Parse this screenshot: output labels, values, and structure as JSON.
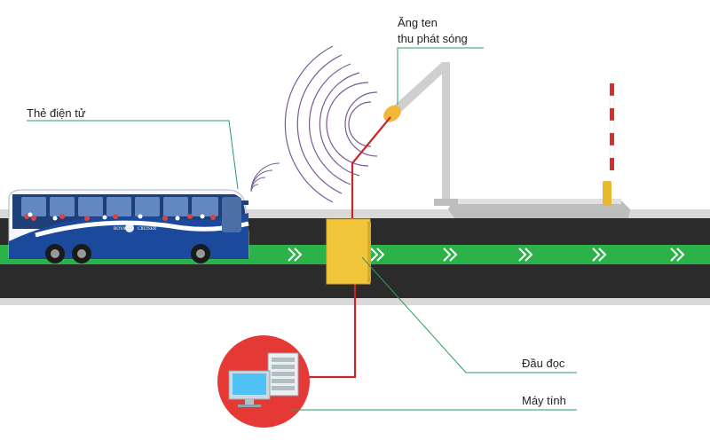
{
  "labels": {
    "card": "Thẻ điện tử",
    "antenna_line1": "Ăng ten",
    "antenna_line2": "thu phát sóng",
    "reader": "Đầu đọc",
    "computer": "Máy tính"
  },
  "bus_brand": {
    "top": "ROYAL",
    "bottom": "CRUISER"
  },
  "icons": {
    "vehicle": "bus-icon",
    "card_signal": "signal-waves-icon",
    "antenna_signal": "radio-waves-icon",
    "reader": "reader-box-icon",
    "computer": "computer-icon",
    "barrier": "barrier-gate-icon"
  },
  "colors": {
    "callout_line": "#2a9d5c",
    "lane": "#2bb34a",
    "road": "#2b2b2b",
    "cable": "#c62828",
    "reader_box": "#f2c53a",
    "waves": "#7a5a93",
    "computer_badge": "#e53935"
  }
}
